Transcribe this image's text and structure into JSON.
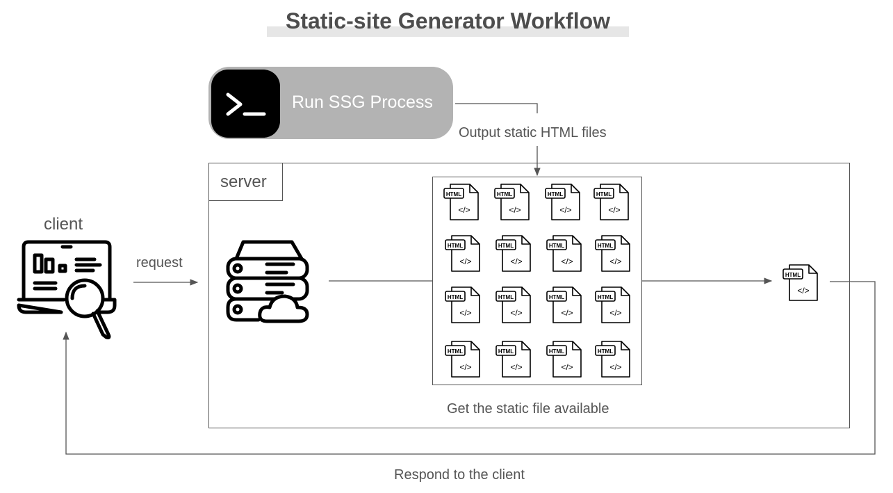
{
  "title": "Static-site Generator Workflow",
  "ssg_process": {
    "label": "Run SSG Process",
    "icon": "terminal-icon"
  },
  "server": {
    "label": "server",
    "icon": "server-cloud-icon"
  },
  "client": {
    "label": "client",
    "icon": "laptop-analytics-search-icon"
  },
  "edges": {
    "output": "Output static HTML files",
    "request": "request",
    "get_file": "Get the static file available",
    "respond": "Respond to the client"
  },
  "html_file": {
    "icon": "html-file-icon",
    "badge": "HTML",
    "code": "</>"
  },
  "colors": {
    "title_highlight": "#e6e6e6",
    "pill": "#b3b3b3",
    "terminal": "#000000",
    "line": "#555555"
  }
}
